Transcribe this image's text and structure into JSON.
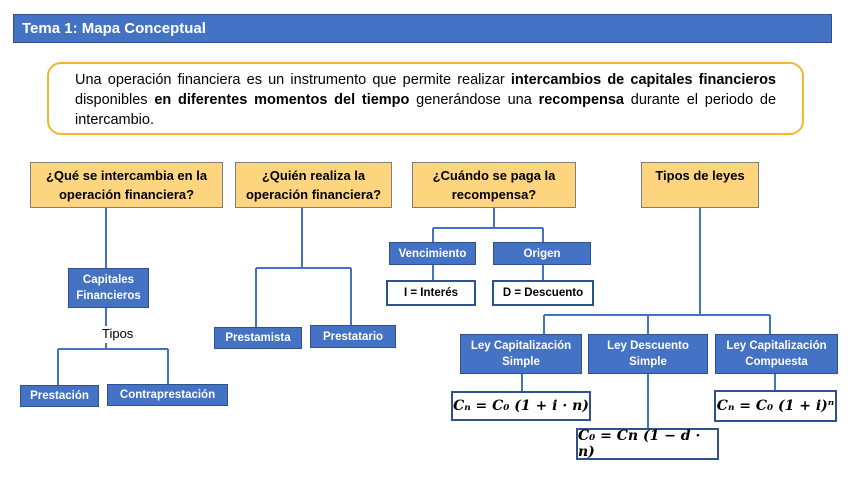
{
  "title": "Tema 1: Mapa Conceptual",
  "definition": {
    "t1": "Una operación financiera es un instrumento que permite realizar ",
    "b1": "intercambios de capitales financieros",
    "t2": " disponibles ",
    "b2": "en diferentes momentos del tiempo",
    "t3": " generándose una ",
    "b3": "recompensa",
    "t4": " durante el periodo de intercambio."
  },
  "questions": {
    "q1": "¿Qué se intercambia en la operación financiera?",
    "q2": "¿Quién realiza la operación financiera?",
    "q3": "¿Cuándo se paga la recompensa?",
    "q4": "Tipos de leyes"
  },
  "branch1": {
    "capitales": "Capitales Financieros",
    "tipos_label": "Tipos",
    "prestacion": "Prestación",
    "contraprestacion": "Contraprestación"
  },
  "branch2": {
    "prestamista": "Prestamista",
    "prestatario": "Prestatario"
  },
  "branch3": {
    "vencimiento": "Vencimiento",
    "origen": "Origen",
    "interes": "I = Interés",
    "descuento": "D = Descuento"
  },
  "branch4": {
    "simple": "Ley Capitalización Simple",
    "descuento": "Ley Descuento Simple",
    "compuesta": "Ley Capitalización Compuesta",
    "formula_simple": "Cₙ = C₀ (1 + i · n)",
    "formula_descuento": "C₀ = Cn (1 − d · n)",
    "formula_compuesta": "Cₙ = C₀ (1 + i)ⁿ"
  },
  "colors": {
    "title_bar": "#4472c4",
    "question_fill": "#fdd57e",
    "definition_border": "#f2b631",
    "node_fill": "#4472c4",
    "connector": "#4472c4"
  }
}
